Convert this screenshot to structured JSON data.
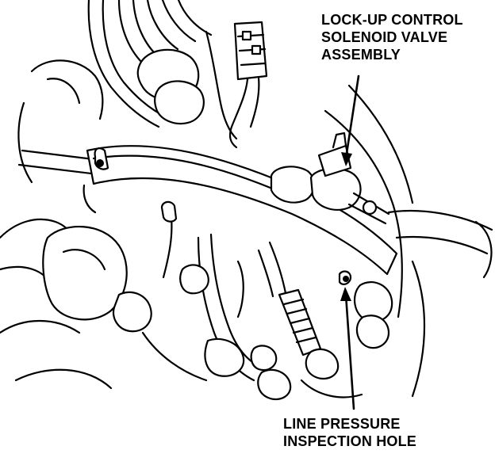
{
  "callouts": {
    "solenoid": {
      "lines": [
        "LOCK-UP CONTROL",
        "SOLENOID VALVE",
        "ASSEMBLY"
      ]
    },
    "inspection": {
      "lines": [
        "LINE PRESSURE",
        "INSPECTION HOLE"
      ]
    }
  },
  "colors": {
    "ink": "#000000",
    "paper": "#ffffff"
  }
}
